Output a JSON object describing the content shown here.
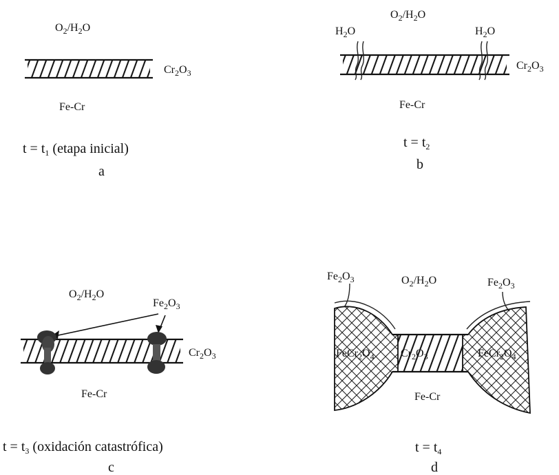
{
  "panels": {
    "a": {
      "letter": "a",
      "atmosphere": [
        "O",
        "2",
        "/H",
        "2",
        "O"
      ],
      "oxide": [
        "Cr",
        "2",
        "O",
        "3"
      ],
      "alloy": "Fe-Cr",
      "time": [
        "t = t",
        "1",
        " (etapa inicial)"
      ]
    },
    "b": {
      "letter": "b",
      "atmosphere": [
        "O",
        "2",
        "/H",
        "2",
        "O"
      ],
      "water_left": [
        "H",
        "2",
        "O"
      ],
      "water_right": [
        "H",
        "2",
        "O"
      ],
      "oxide": [
        "Cr",
        "2",
        "O",
        "3"
      ],
      "alloy": "Fe-Cr",
      "time": [
        "t = t",
        "2"
      ]
    },
    "c": {
      "letter": "c",
      "atmosphere": [
        "O",
        "2",
        "/H",
        "2",
        "O"
      ],
      "nodule": [
        "Fe",
        "2",
        "O",
        "3"
      ],
      "oxide": [
        "Cr",
        "2",
        "O",
        "3"
      ],
      "alloy": "Fe-Cr",
      "time": [
        "t = t",
        "3",
        " (oxidación catastrófica)"
      ]
    },
    "d": {
      "letter": "d",
      "atmosphere": [
        "O",
        "2",
        "/H",
        "2",
        "O"
      ],
      "nodule_left": [
        "Fe",
        "2",
        "O",
        "3"
      ],
      "nodule_right": [
        "Fe",
        "2",
        "O",
        "3"
      ],
      "spinel_left": [
        "FeCr",
        "2",
        "O",
        "4"
      ],
      "center_oxide": [
        "Cr",
        "2",
        "O",
        "3"
      ],
      "spinel_right": [
        "FeCr",
        "2",
        "O",
        "4"
      ],
      "alloy": "Fe-Cr",
      "time": [
        "t = t",
        "4"
      ]
    }
  },
  "colors": {
    "ink": "#111111",
    "background": "#ffffff"
  }
}
